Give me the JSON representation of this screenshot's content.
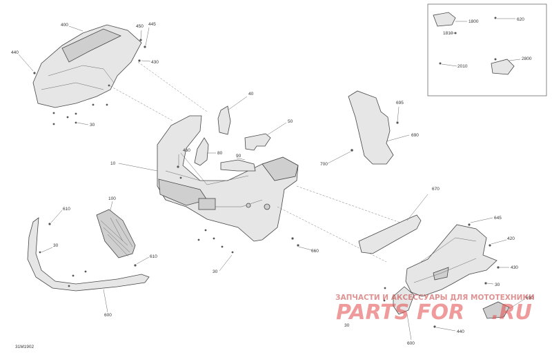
{
  "diagram_id": "31M1902",
  "callouts": {
    "c400": "400",
    "c450": "450",
    "c445": "445",
    "c440a": "440",
    "c430a": "430",
    "c30a": "30",
    "c40": "40",
    "c50": "50",
    "c460": "460",
    "c80": "80",
    "c90": "90",
    "c10": "10",
    "c695": "695",
    "c690": "690",
    "c700": "700",
    "c1800": "1800",
    "c1810": "1810",
    "c620": "620",
    "c2010": "2010",
    "c2800": "2800",
    "c610a": "610",
    "c100": "100",
    "c30b": "30",
    "c610b": "610",
    "c600b": "600",
    "c30c": "30",
    "c30d": "30",
    "c660": "660",
    "c670": "670",
    "c645": "645",
    "c420": "420",
    "c430b": "430",
    "c30e": "30",
    "c690b": "690",
    "c30f": "30",
    "c440b": "440",
    "c600": "600"
  },
  "watermark": {
    "tagline": "ЗАПЧАСТИ И АКСЕССУАРЫ ДЛЯ МОТОТЕХНИКИ",
    "brand_a": "PARTS",
    "brand_b": "FOR",
    "brand_c": ".RU"
  }
}
